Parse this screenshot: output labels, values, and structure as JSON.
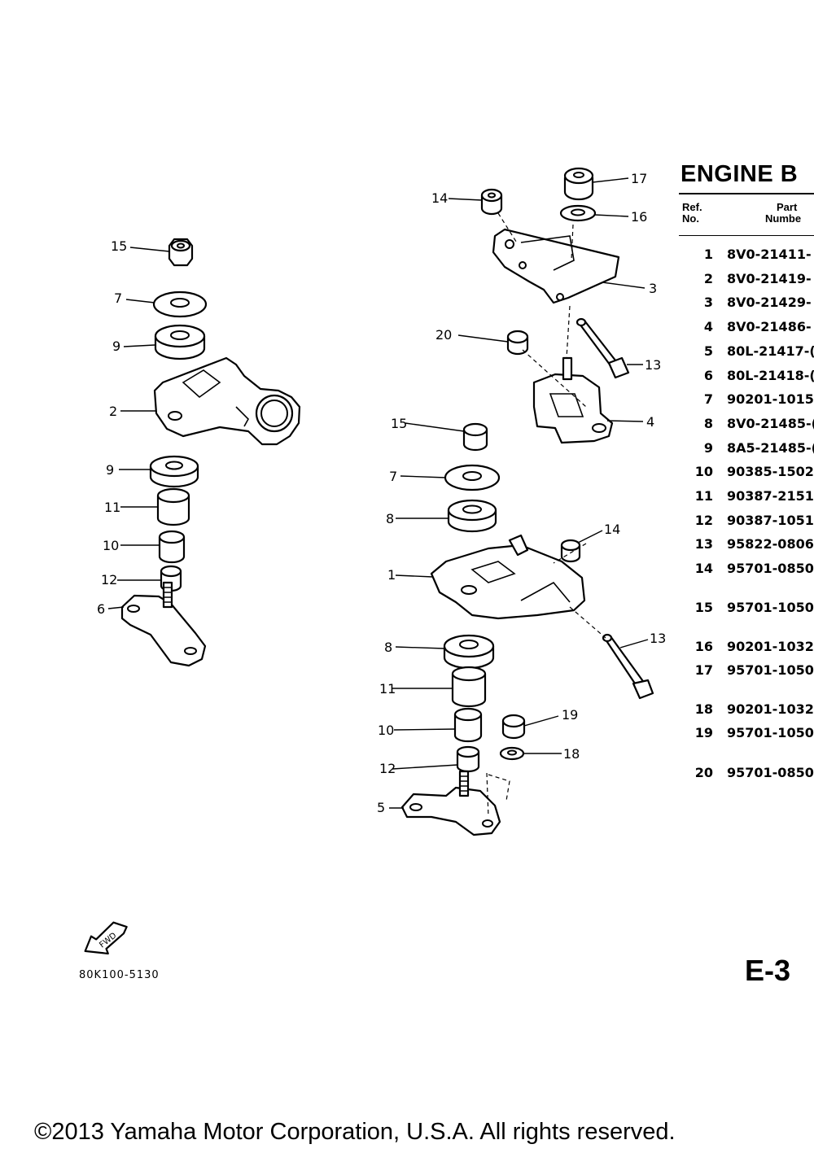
{
  "table": {
    "title": "ENGINE B",
    "header_ref_line1": "Ref.",
    "header_ref_line2": "No.",
    "header_part_line1": "Part",
    "header_part_line2": "Numbe",
    "rows": [
      {
        "ref": "1",
        "part": "8V0-21411-"
      },
      {
        "ref": "2",
        "part": "8V0-21419-"
      },
      {
        "ref": "3",
        "part": "8V0-21429-"
      },
      {
        "ref": "4",
        "part": "8V0-21486-"
      },
      {
        "ref": "5",
        "part": "80L-21417-("
      },
      {
        "ref": "6",
        "part": "80L-21418-("
      },
      {
        "ref": "7",
        "part": "90201-1015"
      },
      {
        "ref": "8",
        "part": "8V0-21485-("
      },
      {
        "ref": "9",
        "part": "8A5-21485-("
      },
      {
        "ref": "10",
        "part": "90385-1502"
      },
      {
        "ref": "11",
        "part": "90387-2151"
      },
      {
        "ref": "12",
        "part": "90387-1051("
      },
      {
        "ref": "13",
        "part": "95822-0806"
      },
      {
        "ref": "14",
        "part": "95701-0850"
      },
      {
        "ref": "15",
        "part": "95701-1050"
      },
      {
        "ref": "16",
        "part": "90201-1032"
      },
      {
        "ref": "17",
        "part": "95701-1050"
      },
      {
        "ref": "18",
        "part": "90201-1032"
      },
      {
        "ref": "19",
        "part": "95701-1050"
      },
      {
        "ref": "20",
        "part": "95701-0850"
      }
    ]
  },
  "callouts": {
    "left": [
      "15",
      "7",
      "9",
      "2",
      "9",
      "11",
      "10",
      "12",
      "6"
    ],
    "right": [
      "17",
      "14",
      "16",
      "3",
      "20",
      "13",
      "4",
      "15",
      "7",
      "14",
      "8",
      "1",
      "8",
      "13",
      "11",
      "19",
      "10",
      "12",
      "18",
      "5"
    ]
  },
  "fwd_label": "FWD",
  "footer_code": "80K100-5130",
  "page_number": "E-3",
  "copyright": "©2013 Yamaha Motor Corporation, U.S.A. All rights reserved."
}
